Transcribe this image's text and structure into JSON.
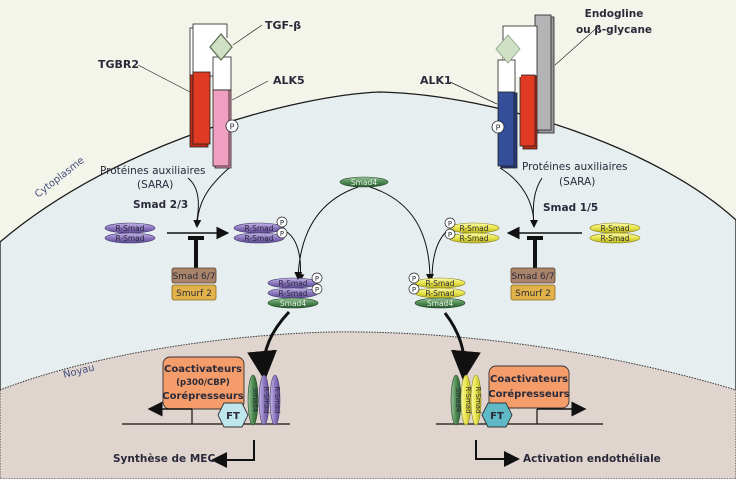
{
  "diagram": {
    "type": "signaling-pathway",
    "language": "fr",
    "compartments": {
      "cytoplasm_label": "Cytoplasme",
      "nucleus_label": "Noyau"
    },
    "colors": {
      "background": "#f4f5ea",
      "cytoplasm": "#e7eef0",
      "nucleus": "#e0d4cf",
      "tgbr2": "#e03a22",
      "alk5": "#ef9fbf",
      "alk1": "#344e9a",
      "endoglin": "#b4b4b6",
      "ligand": "#cfe0c5",
      "rsmad_left": "#9c88c8",
      "rsmad_right": "#ecec5a",
      "smad4": "#4e8a52",
      "smad67": "#a9846a",
      "smurf2": "#e2b24a",
      "coactivators": "#f49d6a",
      "ft": "#8fd0da"
    },
    "left_pathway": {
      "ligand_label": "TGF-β",
      "receptor_type2_label": "TGBR2",
      "receptor_type1_label": "ALK5",
      "phospho_label": "P",
      "auxiliary_label": "Protéines auxiliaires",
      "auxiliary_sub_label": "(SARA)",
      "smad_group_label": "Smad 2/3",
      "rsmad_label": "R-Smad",
      "smad4_label": "Smad4",
      "inhibitor_labels": [
        "Smad 6/7",
        "Smurf 2"
      ],
      "coactivator_lines": [
        "Coactivateurs",
        "(p300/CBP)",
        "Corépresseurs"
      ],
      "ft_label": "FT",
      "output_label": "Synthèse de MEC"
    },
    "right_pathway": {
      "coreceptor_label_line1": "Endogline",
      "coreceptor_label_line2": "ou β-glycane",
      "receptor_type1_label": "ALK1",
      "phospho_label": "P",
      "auxiliary_label": "Protéines auxiliaires",
      "auxiliary_sub_label": "(SARA)",
      "smad_group_label": "Smad 1/5",
      "rsmad_label": "R-Smad",
      "smad4_label": "Smad4",
      "inhibitor_labels": [
        "Smad 6/7",
        "Smurf 2"
      ],
      "coactivator_lines": [
        "Coactivateurs",
        "Corépresseurs"
      ],
      "ft_label": "FT",
      "output_label": "Activation endothéliale"
    },
    "shared": {
      "smad4_label": "Smad4"
    }
  }
}
